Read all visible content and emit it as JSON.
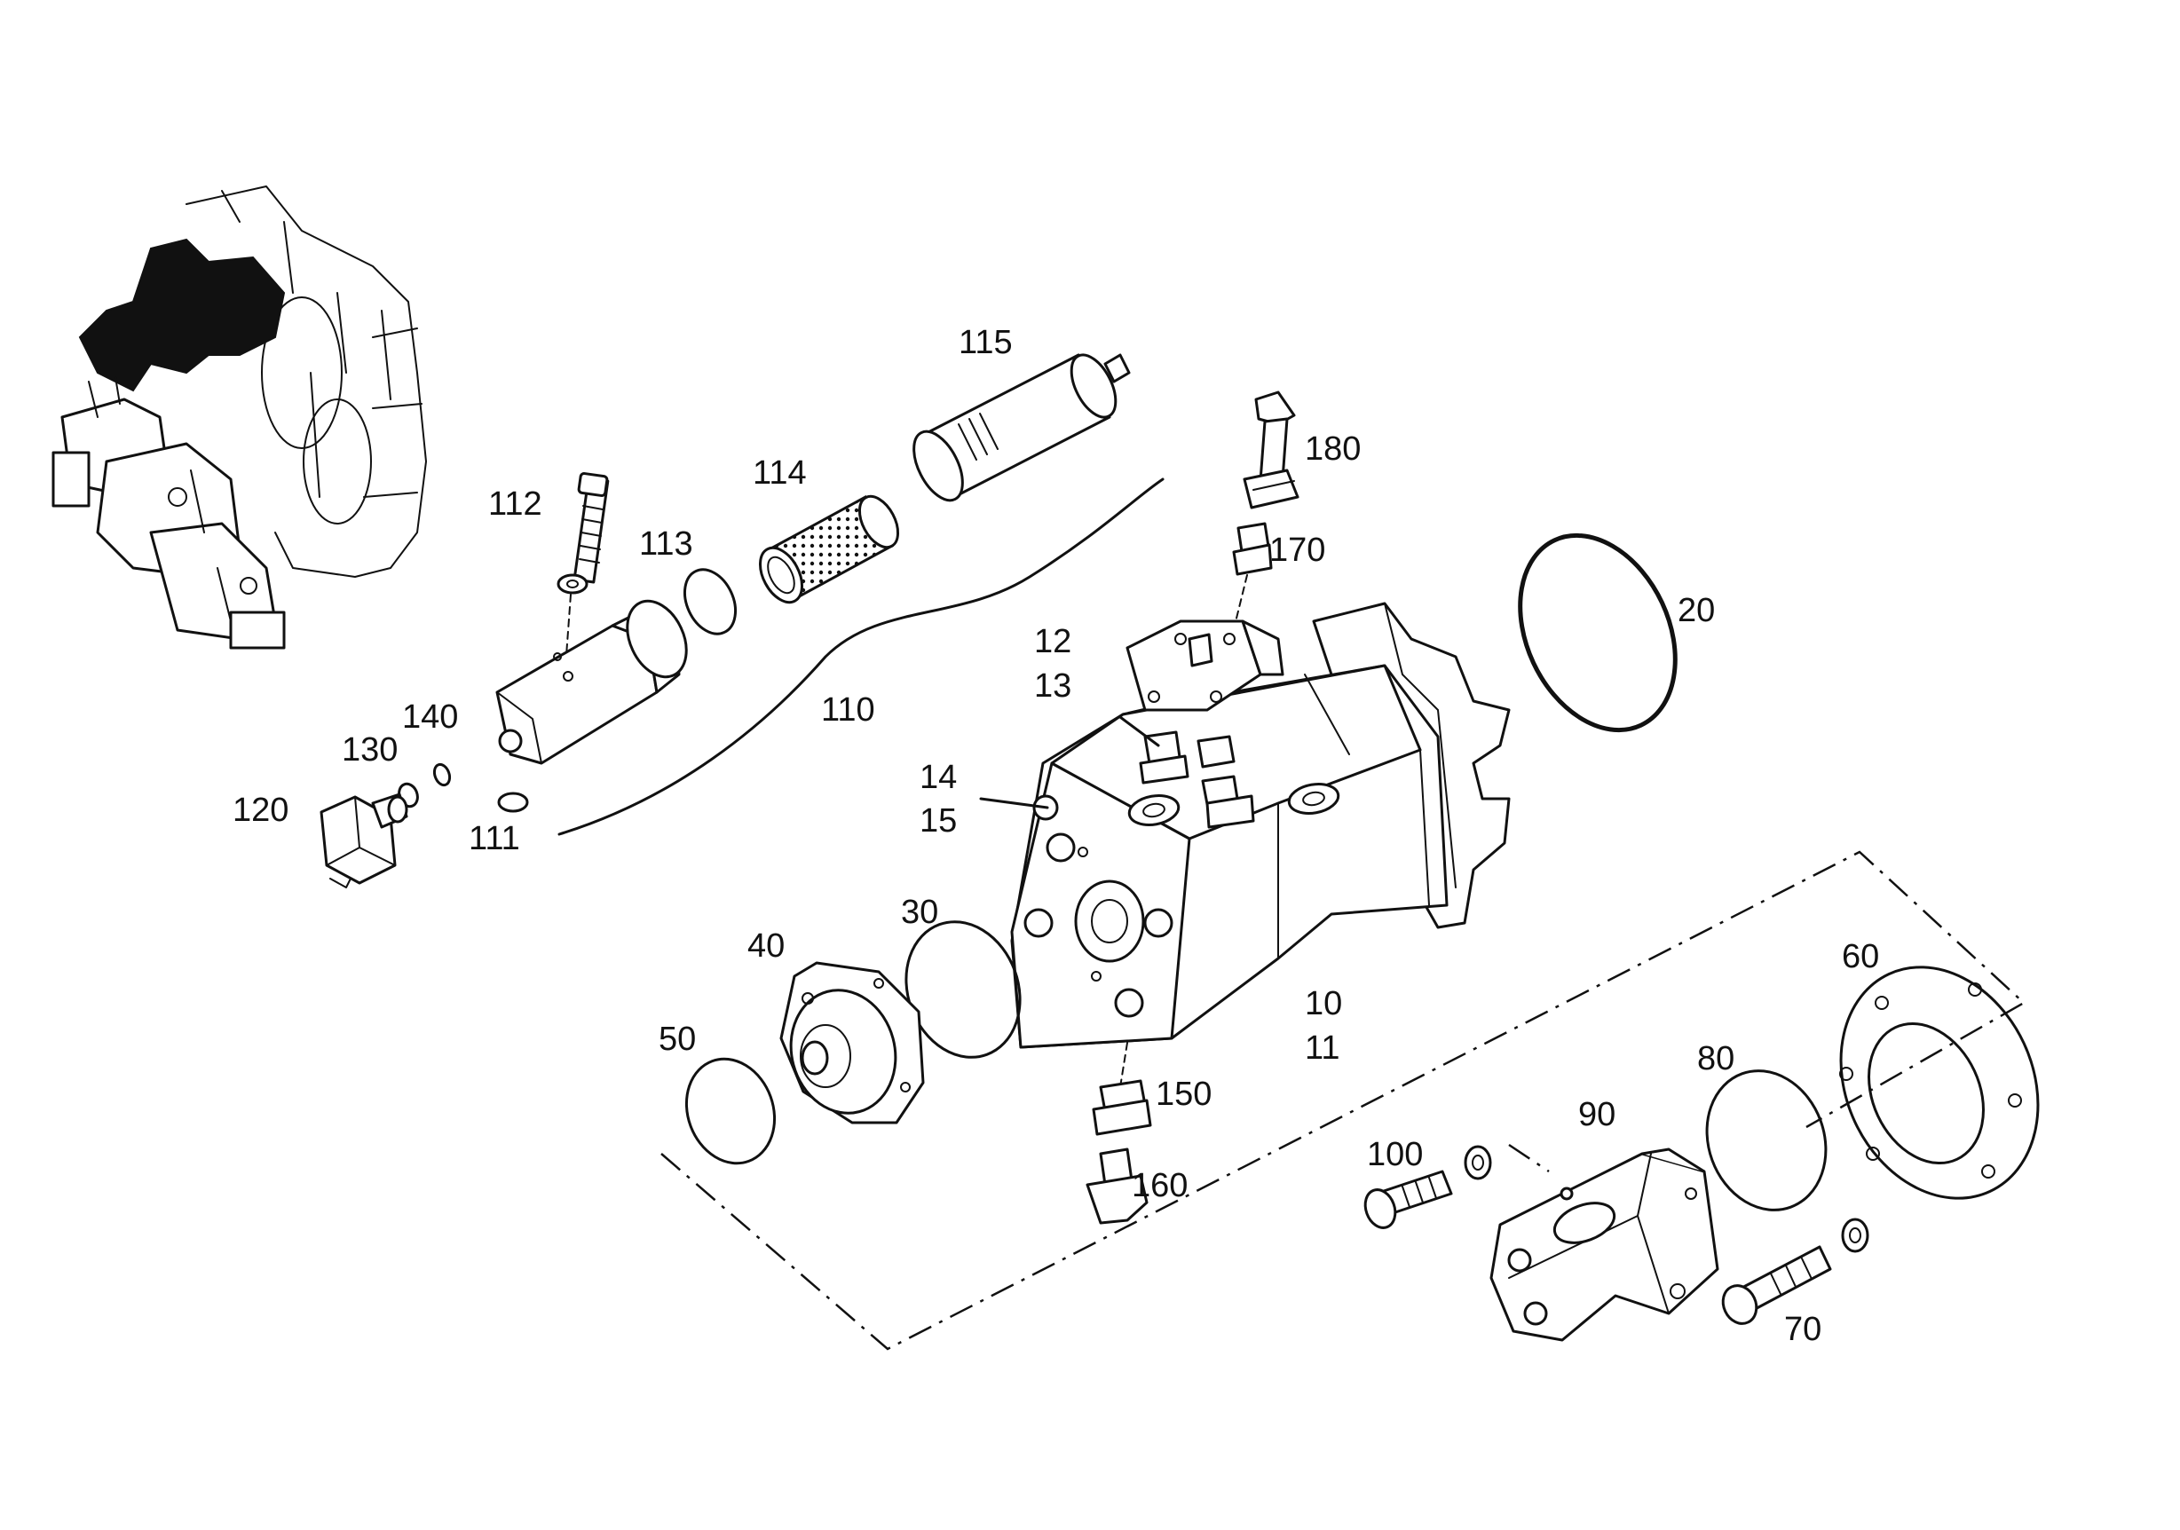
{
  "labels": {
    "p10": "10",
    "p11": "11",
    "p12": "12",
    "p13": "13",
    "p14": "14",
    "p15": "15",
    "p20": "20",
    "p30": "30",
    "p40": "40",
    "p50": "50",
    "p60": "60",
    "p70": "70",
    "p80": "80",
    "p90": "90",
    "p100": "100",
    "p110": "110",
    "p111": "111",
    "p112": "112",
    "p113": "113",
    "p114": "114",
    "p115": "115",
    "p120": "120",
    "p130": "130",
    "p140": "140",
    "p150": "150",
    "p160": "160",
    "p170": "170",
    "p180": "180"
  }
}
